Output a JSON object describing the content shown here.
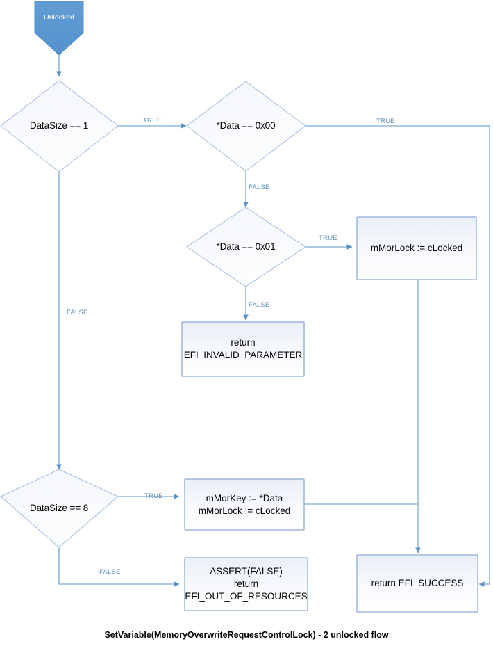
{
  "diagram": {
    "caption": "SetVariable(MemoryOverwriteRequestControlLock) - 2 unlocked flow",
    "colors": {
      "start_fill": "#5B9BD5",
      "start_text": "#ffffff",
      "node_border": "#8EAADB",
      "node_fill_top": "#EDF1F8",
      "node_fill_bottom": "#FDFDFE",
      "connector": "#6FA3D4",
      "edge_label_text": "#5B8DB8",
      "node_text": "#000000"
    },
    "nodes": {
      "start": {
        "label": "Unlocked",
        "shape": "pentagon"
      },
      "decision_datasize1": {
        "label": "DataSize == 1",
        "shape": "diamond"
      },
      "decision_data00": {
        "label": "*Data == 0x00",
        "shape": "diamond"
      },
      "decision_data01": {
        "label": "*Data == 0x01",
        "shape": "diamond"
      },
      "decision_datasize8": {
        "label": "DataSize == 8",
        "shape": "diamond"
      },
      "process_morlock_clocked": {
        "label": "mMorLock := cLocked",
        "shape": "rect"
      },
      "process_invalid_parameter": {
        "label": "return\nEFI_INVALID_PARAMETER",
        "shape": "rect"
      },
      "process_morkey_assign": {
        "label": "mMorKey := *Data\nmMorLock := cLocked",
        "shape": "rect"
      },
      "process_out_of_resources": {
        "label": "ASSERT(FALSE)\nreturn\nEFI_OUT_OF_RESOURCES",
        "shape": "rect"
      },
      "process_success": {
        "label": "return EFI_SUCCESS",
        "shape": "rect"
      }
    },
    "edge_labels": {
      "datasize1_true": "TRUE",
      "datasize1_false": "FALSE",
      "data00_true": "TRUE",
      "data00_false": "FALSE",
      "data01_true": "TRUE",
      "data01_false": "FALSE",
      "datasize8_true": "TRUE",
      "datasize8_false": "FALSE"
    }
  }
}
